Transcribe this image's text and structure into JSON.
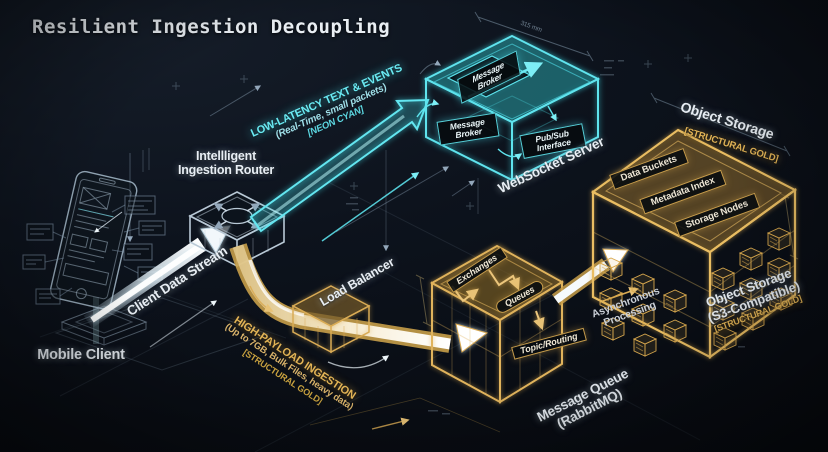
{
  "title": "Resilient Ingestion Decoupling",
  "colors": {
    "neon_cyan": "#5ce8f0",
    "structural_gold": "#d8a84e",
    "background": "#0b1018",
    "label_white": "#e8eef4"
  },
  "mobile": {
    "label": "Mobile Client"
  },
  "router": {
    "line1": "Intellligent",
    "line2": "Ingestion Router"
  },
  "websocket": {
    "label": "WebSocket Server",
    "panel_top": "Message Broker",
    "panel_left": "Message Broker",
    "panel_right": "Pub/Sub Interface",
    "dimension": "315 mm"
  },
  "load_balancer": {
    "label": "Load Balancer"
  },
  "queue": {
    "label_line1": "Message Queue",
    "label_line2": "(RabbitMQ)",
    "panel_exchanges": "Exchanges",
    "panel_queues": "Queues",
    "panel_topic": "Topic/Routing"
  },
  "storage": {
    "header": "Object Storage",
    "header_tag": "[STRUCTURAL GOLD]",
    "panels": [
      "Data Buckets",
      "Metadata Index",
      "Storage Nodes"
    ],
    "footer_line1": "Object Storage",
    "footer_line2": "(S3-Compatible)",
    "footer_tag": "[STRUCTURAL GOLD]"
  },
  "flows": {
    "client_stream": "Client Data Stream",
    "low_latency_1": "LOW-LATENCY TEXT & EVENTS",
    "low_latency_2": "(Real-Time, small packets)",
    "low_latency_3": "[NEON CYAN]",
    "high_payload_1": "HIGH-PAYLOAD INGESTION",
    "high_payload_2": "(Up to 7GB, Bulk Files, heavy data)",
    "high_payload_3": "[STRUCTURAL GOLD]",
    "async_1": "Asynchronous",
    "async_2": "Processing"
  }
}
